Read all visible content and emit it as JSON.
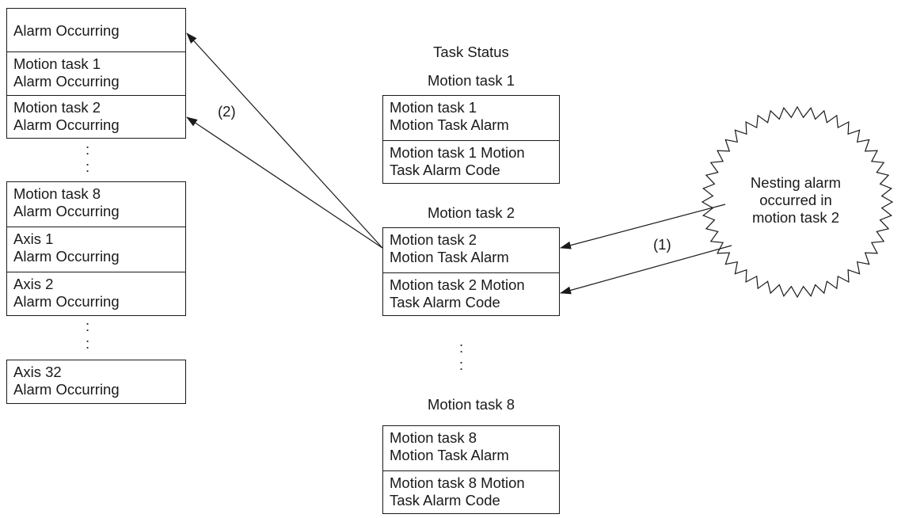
{
  "left_panel": {
    "boxes": [
      [
        "Alarm Occurring",
        "Motion task 1\nAlarm Occurring",
        "Motion task 2\nAlarm Occurring"
      ],
      [
        "Motion task 8\nAlarm Occurring",
        "Axis 1\nAlarm Occurring",
        "Axis 2\nAlarm Occurring"
      ],
      [
        "Axis 32\nAlarm Occurring"
      ]
    ],
    "ellipsis_1": ":\n:",
    "ellipsis_2": ":\n:"
  },
  "task_status": {
    "title": "Task Status",
    "groups": [
      {
        "heading": "Motion task 1",
        "cells": [
          "Motion task 1\nMotion Task Alarm",
          "Motion task 1 Motion\nTask Alarm Code"
        ]
      },
      {
        "heading": "Motion task 2",
        "cells": [
          "Motion task 2\nMotion Task Alarm",
          "Motion task 2 Motion\nTask Alarm Code"
        ]
      },
      {
        "heading": "Motion task 8",
        "cells": [
          "Motion task 8\nMotion Task Alarm",
          "Motion task 8 Motion\nTask Alarm Code"
        ]
      }
    ],
    "ellipsis": ":\n:"
  },
  "burst": {
    "text": "Nesting alarm\noccurred in\nmotion task 2"
  },
  "arrow_labels": {
    "one": "(1)",
    "two": "(2)"
  }
}
